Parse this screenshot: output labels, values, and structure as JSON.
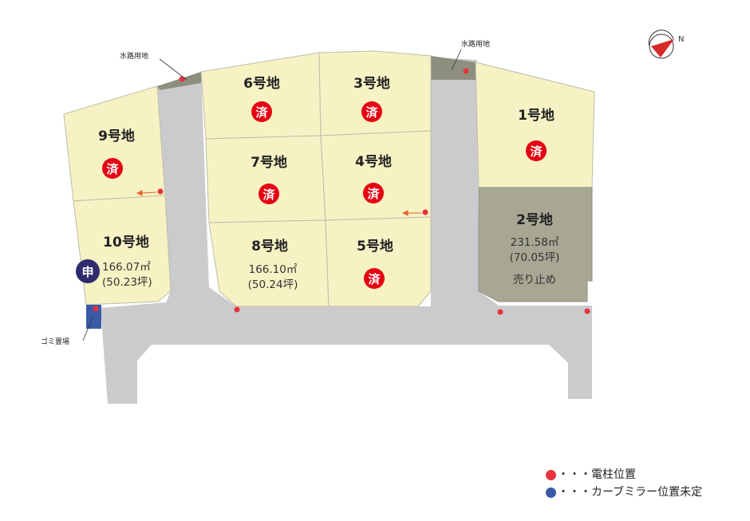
{
  "colors": {
    "lot": "#f6f2c4",
    "lot_reserved": "#a7a794",
    "road": "#cbcbcd",
    "waterway": "#8e8e7f",
    "pole": "#e8323c",
    "mirror": "#3a5aa8",
    "sold_badge": "#e60012",
    "applied_badge": "#2f2c6e"
  },
  "lots": [
    {
      "id": "6",
      "name": "6号地",
      "status": "済"
    },
    {
      "id": "3",
      "name": "3号地",
      "status": "済"
    },
    {
      "id": "1",
      "name": "1号地",
      "status": "済"
    },
    {
      "id": "9",
      "name": "9号地",
      "status": "済"
    },
    {
      "id": "7",
      "name": "7号地",
      "status": "済"
    },
    {
      "id": "4",
      "name": "4号地",
      "status": "済"
    },
    {
      "id": "2",
      "name": "2号地",
      "area": "231.58㎡",
      "tsubo": "(70.05坪)",
      "note": "売り止め"
    },
    {
      "id": "10",
      "name": "10号地",
      "area": "166.07㎡",
      "tsubo": "(50.23坪)",
      "status": "申"
    },
    {
      "id": "8",
      "name": "8号地",
      "area": "166.10㎡",
      "tsubo": "(50.24坪)"
    },
    {
      "id": "5",
      "name": "5号地",
      "status": "済"
    }
  ],
  "labels": {
    "waterway_left": "水路用地",
    "waterway_right": "水路用地",
    "garbage": "ゴミ置場"
  },
  "compass": {
    "north_label": "N",
    "icon": "compass-icon"
  },
  "legend": [
    {
      "color": "#e8323c",
      "text": "・・・電柱位置"
    },
    {
      "color": "#3a5aa8",
      "text": "・・・カーブミラー位置未定"
    }
  ]
}
